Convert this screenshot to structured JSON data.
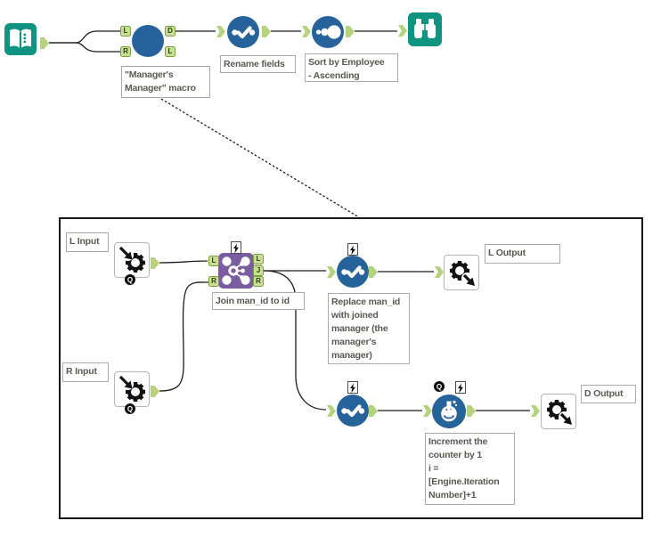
{
  "colors": {
    "teal": "#0E9480",
    "blue": "#27639B",
    "purple": "#7C5CA0",
    "anchor_green": "#B4D37C",
    "anchor_border_green": "#78A13C",
    "wire": "#1C1C1C",
    "annotation_text": "#5A5A52",
    "annotation_border": "#A9A9A9"
  },
  "top_workflow": {
    "macro_annotation": "\"Manager's\nManager\" macro",
    "rename_annotation": "Rename fields",
    "sort_annotation": "Sort by Employee\n- Ascending"
  },
  "macro_view": {
    "l_input_label": "L Input",
    "r_input_label": "R Input",
    "l_output_label": "L Output",
    "d_output_label": "D Output",
    "join_annotation": "Join man_id to id",
    "replace_annotation": "Replace man_id\nwith joined\nmanager (the\nmanager's\nmanager)",
    "increment_annotation": "Increment the\ncounter by 1\ni =\n[Engine.Iteration\nNumber]+1"
  },
  "anchor_letters": {
    "l": "L",
    "r": "R",
    "d": "D",
    "j": "J",
    "q": "Q"
  }
}
